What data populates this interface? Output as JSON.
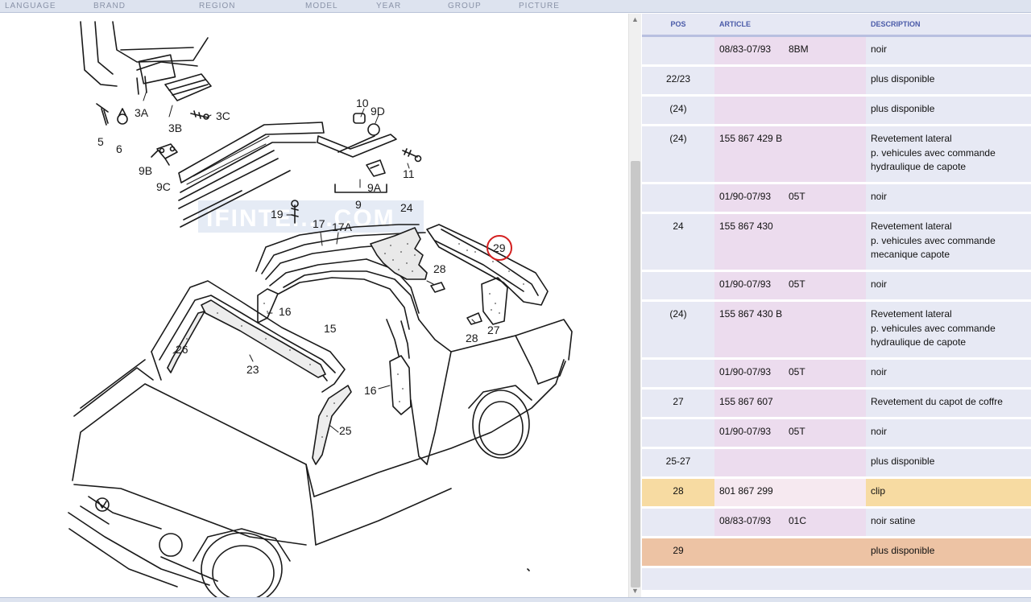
{
  "nav": {
    "items": [
      "LANGUAGE",
      "BRAND",
      "REGION",
      "MODEL",
      "YEAR",
      "GROUP",
      "PICTURE"
    ]
  },
  "diagram": {
    "watermark": "IFINTE... .COM",
    "callouts": [
      "3A",
      "3B",
      "3C",
      "5",
      "6",
      "9",
      "9A",
      "9B",
      "9C",
      "9D",
      "10",
      "11",
      "15",
      "16",
      "16",
      "17",
      "17A",
      "19",
      "23",
      "24",
      "25",
      "26",
      "27",
      "28",
      "28",
      "29"
    ],
    "highlight_color": "#d42020"
  },
  "table": {
    "headers": {
      "pos": "POS",
      "article": "ARTICLE",
      "description": "DESCRIPTION"
    },
    "rows": [
      {
        "pos": "",
        "article": "",
        "date": "08/83-07/93",
        "code": "8BM",
        "desc": [
          "noir"
        ]
      },
      {
        "pos": "22/23",
        "article": "",
        "date": "",
        "code": "",
        "desc": [
          "plus disponible"
        ]
      },
      {
        "pos": "(24)",
        "article": "",
        "date": "",
        "code": "",
        "desc": [
          "plus disponible"
        ]
      },
      {
        "pos": "(24)",
        "article": "155 867 429 B",
        "date": "",
        "code": "",
        "desc": [
          "Revetement lateral",
          "p. vehicules avec commande",
          "hydraulique de capote"
        ]
      },
      {
        "pos": "",
        "article": "",
        "date": "01/90-07/93",
        "code": "05T",
        "desc": [
          "noir"
        ]
      },
      {
        "pos": "24",
        "article": "155 867 430",
        "date": "",
        "code": "",
        "desc": [
          "Revetement lateral",
          "p. vehicules avec commande",
          "mecanique capote"
        ]
      },
      {
        "pos": "",
        "article": "",
        "date": "01/90-07/93",
        "code": "05T",
        "desc": [
          "noir"
        ]
      },
      {
        "pos": "(24)",
        "article": "155 867 430 B",
        "date": "",
        "code": "",
        "desc": [
          "Revetement lateral",
          "p. vehicules avec commande",
          "hydraulique de capote"
        ]
      },
      {
        "pos": "",
        "article": "",
        "date": "01/90-07/93",
        "code": "05T",
        "desc": [
          "noir"
        ]
      },
      {
        "pos": "27",
        "article": "155 867 607",
        "date": "",
        "code": "",
        "desc": [
          "Revetement du capot de coffre"
        ]
      },
      {
        "pos": "",
        "article": "",
        "date": "01/90-07/93",
        "code": "05T",
        "desc": [
          "noir"
        ]
      },
      {
        "pos": "25-27",
        "article": "",
        "date": "",
        "code": "",
        "desc": [
          "plus disponible"
        ]
      },
      {
        "pos": "28",
        "article": "801 867 299",
        "date": "",
        "code": "",
        "desc": [
          "clip"
        ],
        "state": "sel-yellow"
      },
      {
        "pos": "",
        "article": "",
        "date": "08/83-07/93",
        "code": "01C",
        "desc": [
          "noir satine"
        ]
      },
      {
        "pos": "29",
        "article": "",
        "date": "",
        "code": "",
        "desc": [
          "plus disponible"
        ],
        "state": "sel-orange"
      }
    ]
  },
  "colors": {
    "header_bg": "#e6e8f4",
    "header_text": "#4a5aa8",
    "row_bg": "#e7e9f4",
    "article_bg": "#ecdcee",
    "selected_yellow": "#f7dba2",
    "selected_orange": "#edc3a4"
  }
}
